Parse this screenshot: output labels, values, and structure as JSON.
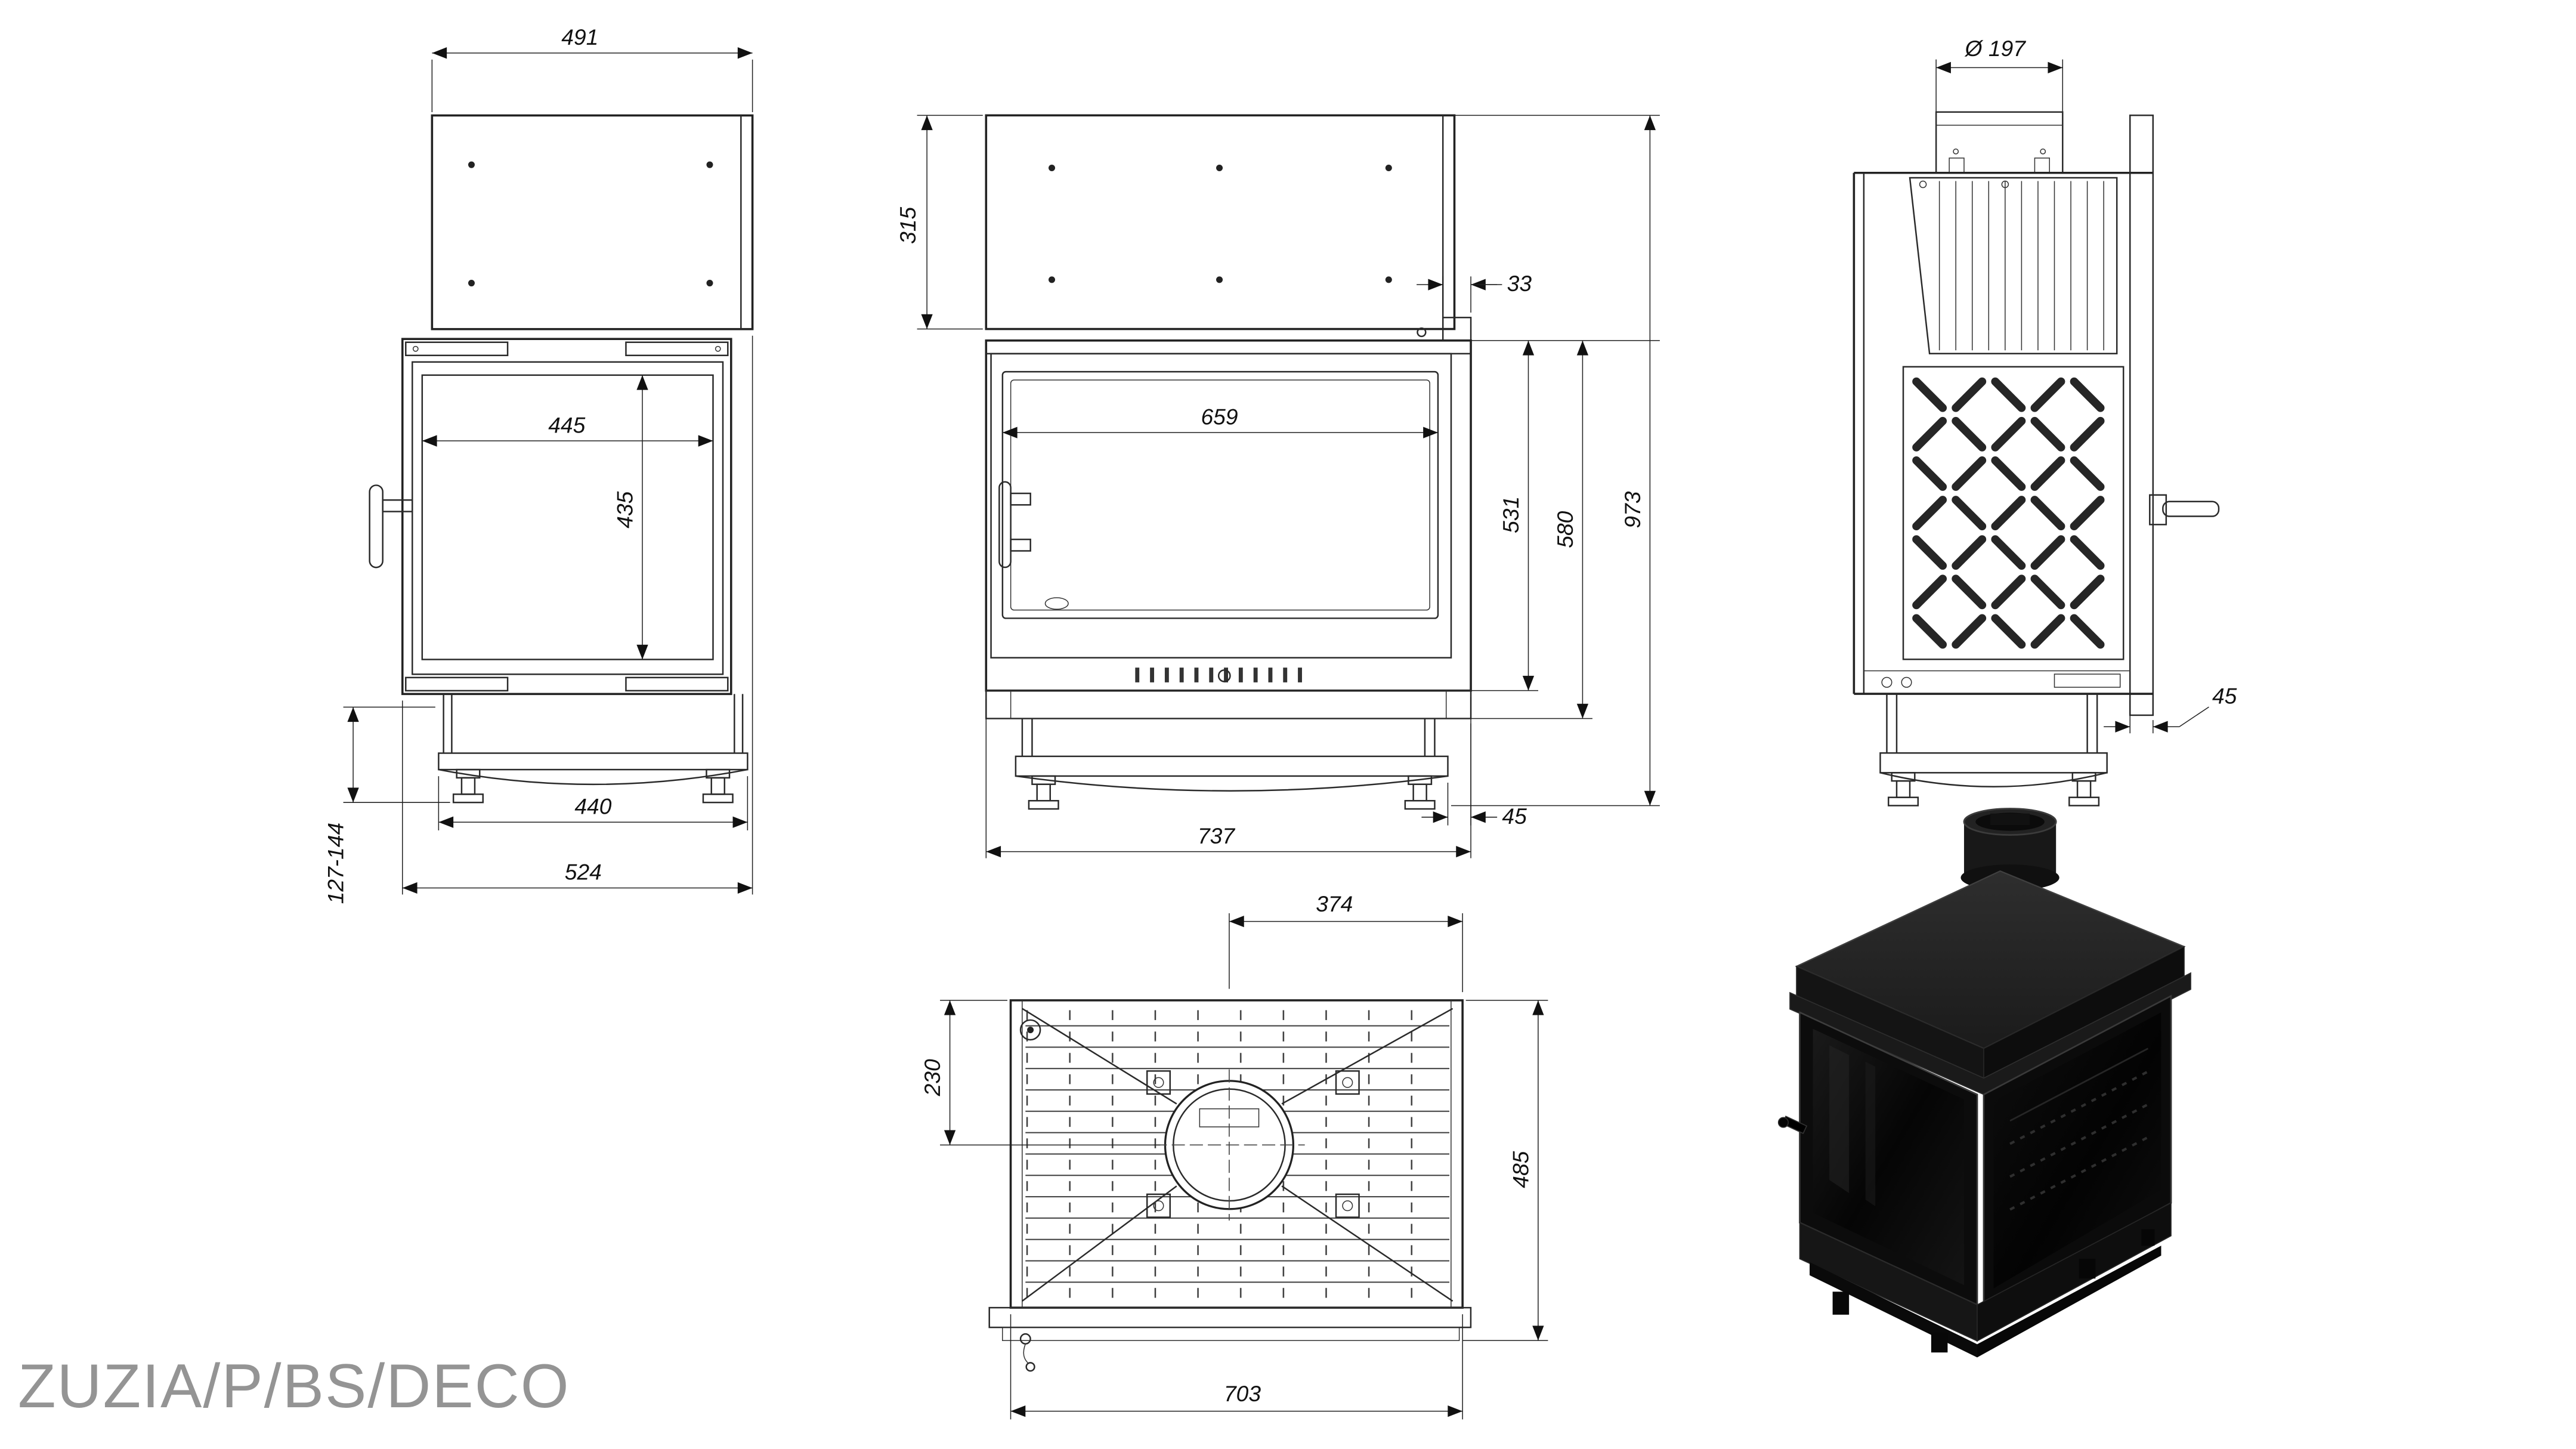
{
  "title": "ZUZIA/P/BS/DECO",
  "drawing": {
    "views": {
      "side_left": {
        "label": "left side view",
        "dims": {
          "hood_depth": "491",
          "glass_width": "445",
          "glass_height": "435",
          "base_width": "440",
          "overall_depth": "524",
          "leg_height_range": "127-144"
        }
      },
      "front": {
        "label": "front view",
        "dims": {
          "hood_height": "315",
          "rear_flange": "33",
          "glass_width": "659",
          "firebox_height": "531",
          "body_height": "580",
          "overall_height": "973",
          "overall_width": "737",
          "foot_inset": "45"
        }
      },
      "side_right": {
        "label": "right side section view",
        "dims": {
          "flue_diameter": "Ø 197",
          "rear_offset": "45"
        }
      },
      "top": {
        "label": "top view",
        "dims": {
          "flue_center_offset": "374",
          "flue_center_depth": "230",
          "overall_depth": "485",
          "body_width": "703"
        }
      }
    }
  }
}
